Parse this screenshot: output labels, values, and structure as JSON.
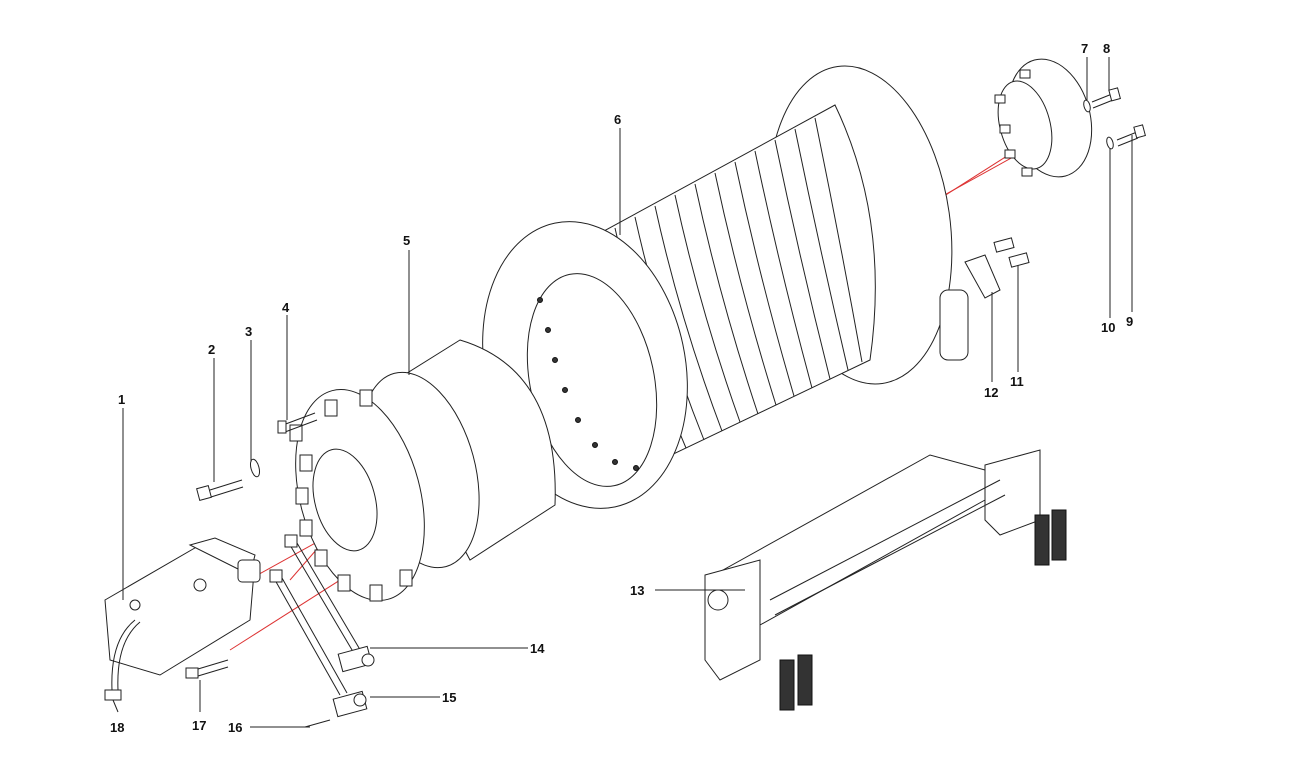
{
  "callouts": [
    {
      "id": "1",
      "label": "1"
    },
    {
      "id": "2",
      "label": "2"
    },
    {
      "id": "3",
      "label": "3"
    },
    {
      "id": "4",
      "label": "4"
    },
    {
      "id": "5",
      "label": "5"
    },
    {
      "id": "6",
      "label": "6"
    },
    {
      "id": "7",
      "label": "7"
    },
    {
      "id": "8",
      "label": "8"
    },
    {
      "id": "9",
      "label": "9"
    },
    {
      "id": "10",
      "label": "10"
    },
    {
      "id": "11",
      "label": "11"
    },
    {
      "id": "12",
      "label": "12"
    },
    {
      "id": "13",
      "label": "13"
    },
    {
      "id": "14",
      "label": "14"
    },
    {
      "id": "15",
      "label": "15"
    },
    {
      "id": "16",
      "label": "16"
    },
    {
      "id": "17",
      "label": "17"
    },
    {
      "id": "18",
      "label": "18"
    }
  ],
  "colors": {
    "leader": "#dd3333",
    "line": "#222222",
    "background": "#ffffff"
  }
}
